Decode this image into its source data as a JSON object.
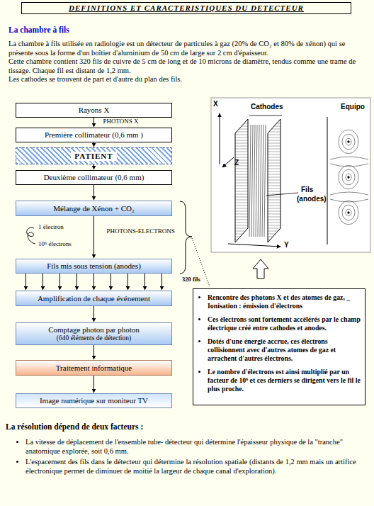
{
  "diagram": {
    "title": "DEFINITIONS ET CARACTERISTIQUES DU DETECTEUR",
    "nodes": [
      {
        "text": [
          "Rayons X"
        ]
      },
      {
        "text": [
          "Première collimateur (0,6 mm )"
        ]
      },
      {
        "text": [
          "PATIENT"
        ]
      },
      {
        "text": [
          "Deuxième collimateur (0,6 mm)"
        ]
      },
      {
        "text": [
          "Mélange de Xénon + CO₂"
        ]
      },
      {
        "text": [
          "Fils mis sous tension (anodes)"
        ]
      },
      {
        "text": [
          "Amplification de chaque événement"
        ]
      },
      {
        "text": [
          "Comptage photon par photon",
          "(640 éléments de détection)"
        ]
      },
      {
        "text": [
          "Traitement informatique"
        ]
      },
      {
        "text": [
          "Image numérique sur moniteur TV"
        ]
      },
      {
        "text": [
          "Rencontre des photons X et des atomes de gaz, _ Ionisation : émission d'électrons",
          "Ces électrons sont fortement accélérés par le champ électrique créé entre cathodes et anodes.",
          "Dotés d'une énergie accrue, ces électrons collisionnent avec d'autres atomes de gaz et arrachent d'autres électrons.",
          "Le nombre d'électrons est ainsi multiplié par un facteur de 10⁶ et ces derniers se dirigent vers le fil le plus proche."
        ]
      }
    ],
    "edges": [
      {
        "from": 0,
        "to": 1,
        "label": "PHOTONS X",
        "arrow": "to"
      },
      {
        "from": 1,
        "to": 2,
        "arrow": "to"
      },
      {
        "from": 2,
        "to": 3,
        "arrow": "to"
      },
      {
        "from": 3,
        "to": 4,
        "arrow": "to"
      },
      {
        "from": 4,
        "to": 5,
        "label": "PHOTONS-ELECTRONS",
        "arrow": "to"
      },
      {
        "from": 5,
        "to": 6,
        "arrow": "to"
      },
      {
        "from": 6,
        "to": 7,
        "arrow": "to"
      },
      {
        "from": 7,
        "to": 8,
        "arrow": "to"
      },
      {
        "from": 8,
        "to": 9,
        "arrow": "to"
      }
    ],
    "labels": [
      "La chambre à fils",
      "La chambre à fils utilisée en radiologie est un détecteur de particules à gaz (20% de CO₂ et 80% de xénon) qui se présente sous la forme d'un boîtier d'aluminium de 50 cm de large sur 2 cm d'épaisseur.",
      "Cette chambre contient 320 fils de cuivre de 5 cm de long et de 10 microns de diamètre, tendus comme une trame de tissage. Chaque fil est distant de 1,2 mm.",
      "Les cathodes se trouvent de part et d'autre du plan des fils.",
      "1 électron",
      "10⁶ électrons",
      "320 fils",
      "X",
      "Cathodes",
      "Equipo",
      "Z",
      "Fils",
      "(anodes)",
      "Y",
      "La résolution dépend de deux facteurs :",
      "La vitesse de déplacement de l'ensemble tube- détecteur qui détermine l'épaisseur physique de la \"tranche\" anatomique explorée, soit 0,6 mm.",
      "L'espacement des fils dans le détecteur qui détermine la résolution spatiale (distants de 1,2 mm mais un artifice électronique permet de diminuer de moitié la largeur de chaque canal d'exploration)."
    ]
  }
}
